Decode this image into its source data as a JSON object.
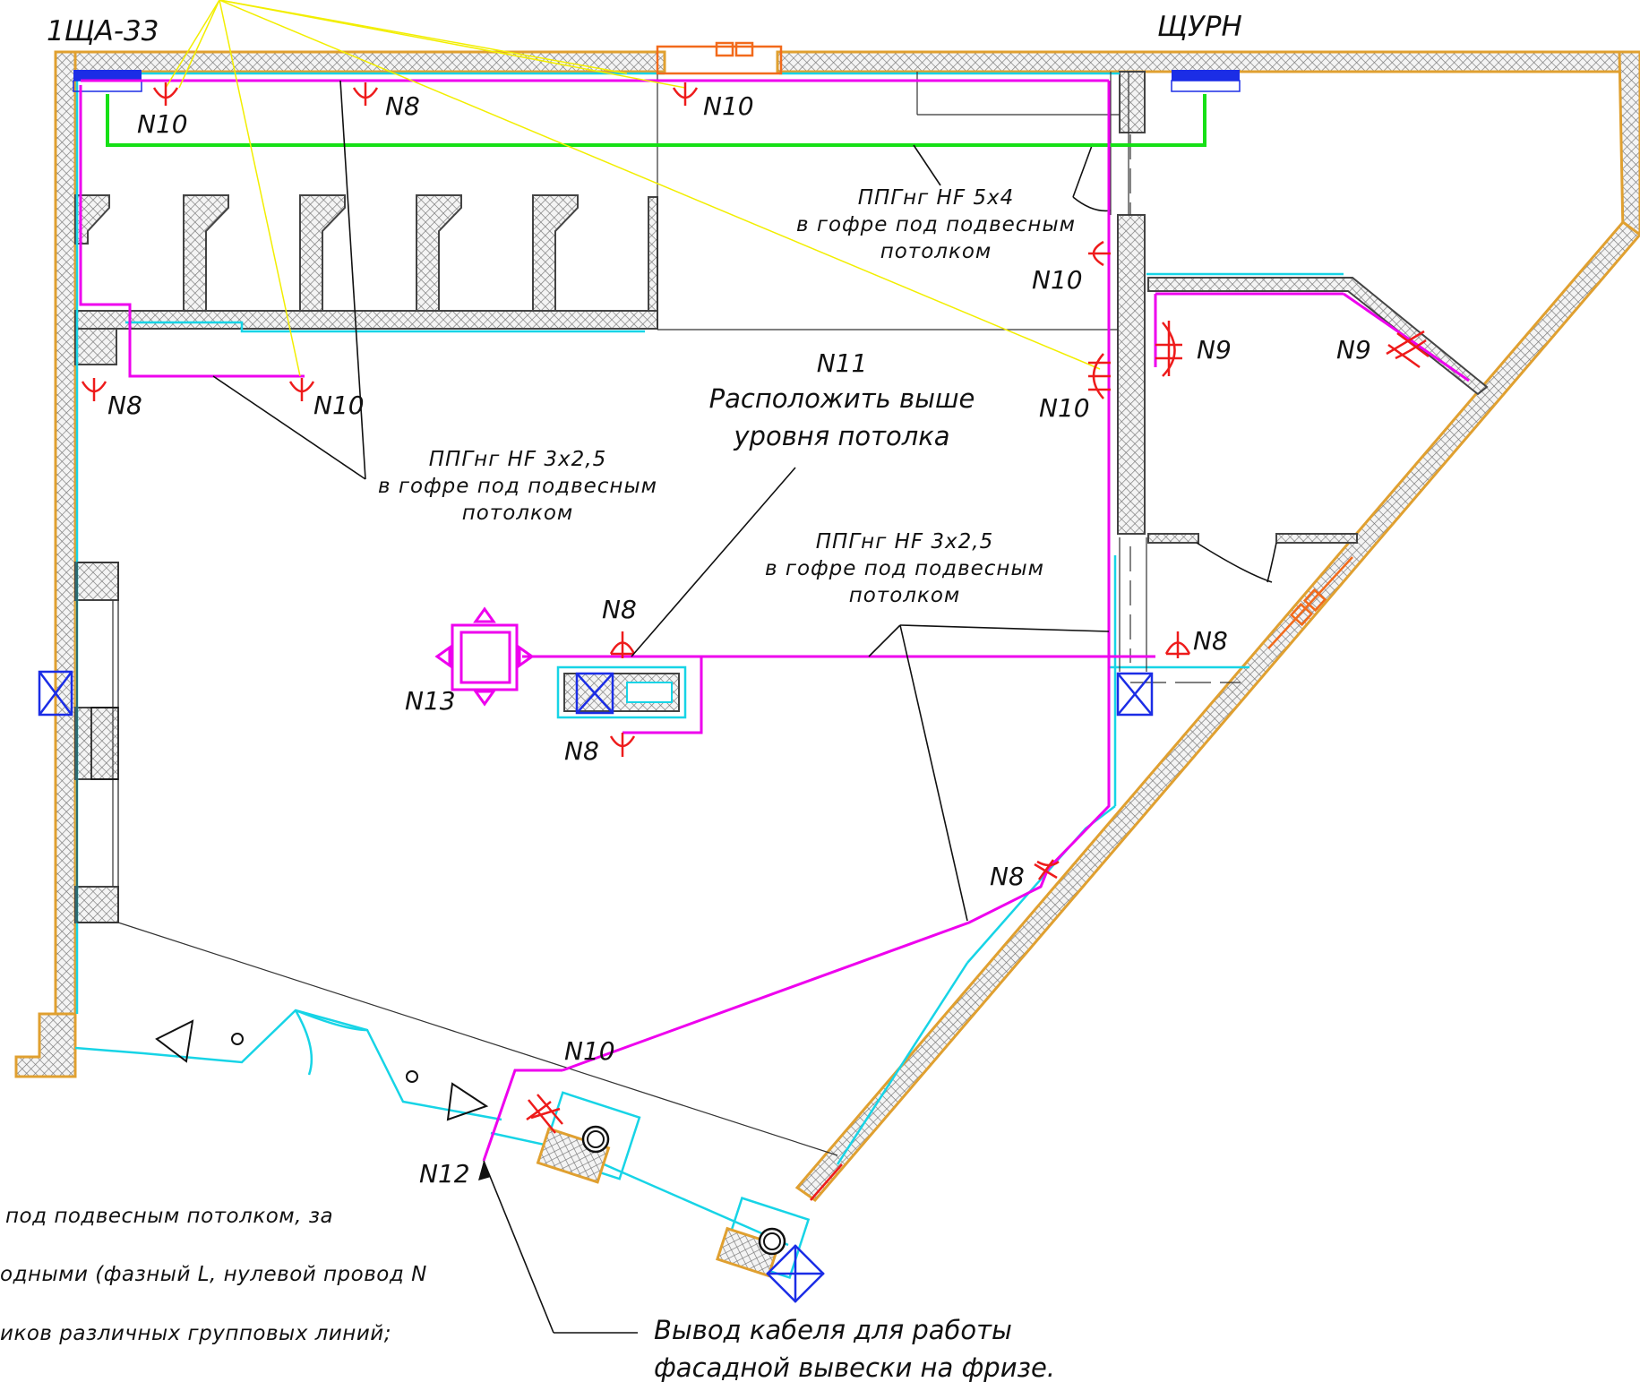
{
  "panels": {
    "left": "1ЩА-33",
    "right": "ЩУРН"
  },
  "cable_notes": {
    "top": [
      "ППГнг HF 5х4",
      "в гофре под подвесным",
      "потолком"
    ],
    "left": [
      "ППГнг HF 3х2,5",
      "в гофре под подвесным",
      "потолком"
    ],
    "center": [
      "ППГнг HF 3х2,5",
      "в гофре под подвесным",
      "потолком"
    ]
  },
  "n11_note": {
    "tag": "N11",
    "lines": [
      "Расположить выше",
      "уровня потолка"
    ]
  },
  "labels": {
    "n10_a": "N10",
    "n8_a": "N8",
    "n10_b": "N10",
    "n10_c": "N10",
    "n10_d": "N10",
    "n8_b": "N8",
    "n10_e": "N10",
    "n9_a": "N9",
    "n9_b": "N9",
    "n8_c": "N8",
    "n13": "N13",
    "n8_d": "N8",
    "n8_e": "N8",
    "n8_f": "N8",
    "n10_f": "N10",
    "n12": "N12"
  },
  "facade_note": [
    "Вывод кабеля для работы",
    "фасадной вывески на фризе."
  ],
  "footnotes": [
    "под подвесным потолком, за",
    "одными (фазный L, нулевой провод N",
    "иков различных групповых линий;"
  ],
  "colors": {
    "wall_outline": "#e0a030",
    "finish": "#17d4e6",
    "lighting_line": "#ee00ee",
    "power_line": "#16e016",
    "fixture": "#ee1b1b",
    "leader": "#f2ee00",
    "panel": "#1b2de6"
  }
}
